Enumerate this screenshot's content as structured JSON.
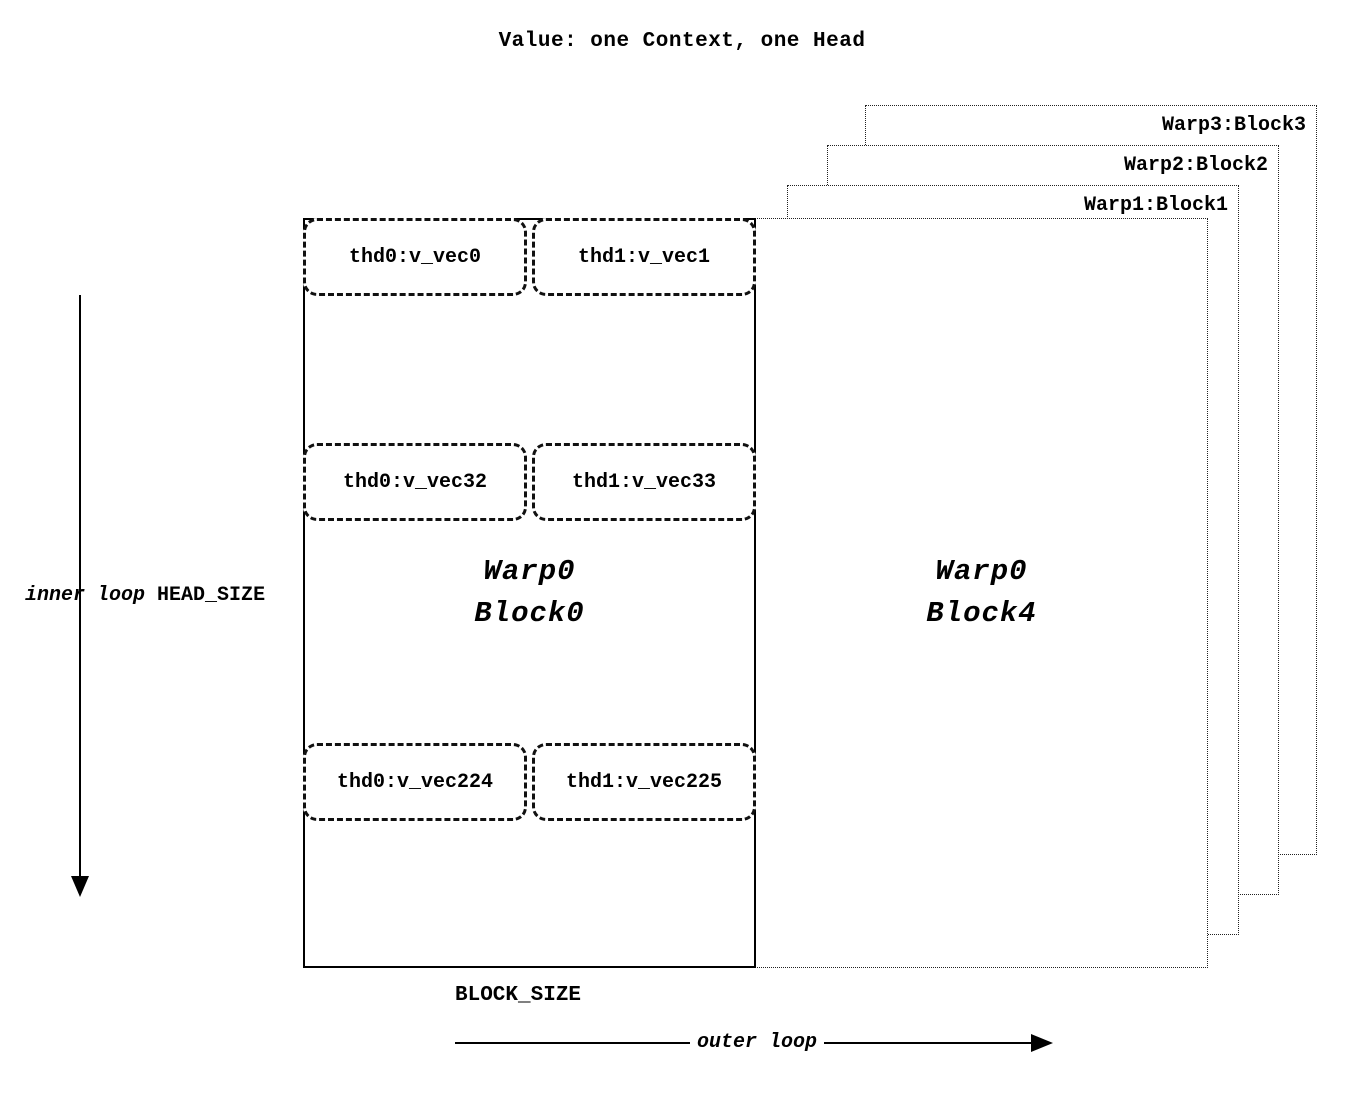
{
  "title": "Value: one Context, one Head",
  "left_axis": {
    "loop_label": "inner loop",
    "dim_label": "HEAD_SIZE"
  },
  "bottom_axis": {
    "dim_label": "BLOCK_SIZE",
    "loop_label": "outer loop"
  },
  "main_block": {
    "line1": "Warp0",
    "line2": "Block0",
    "threads": [
      [
        "thd0:v_vec0",
        "thd1:v_vec1"
      ],
      [
        "thd0:v_vec32",
        "thd1:v_vec33"
      ],
      [
        "thd0:v_vec224",
        "thd1:v_vec225"
      ]
    ]
  },
  "front_block": {
    "line1": "Warp0",
    "line2": "Block4"
  },
  "stacked_blocks": [
    {
      "label": "Warp1:Block1"
    },
    {
      "label": "Warp2:Block2"
    },
    {
      "label": "Warp3:Block3"
    }
  ]
}
